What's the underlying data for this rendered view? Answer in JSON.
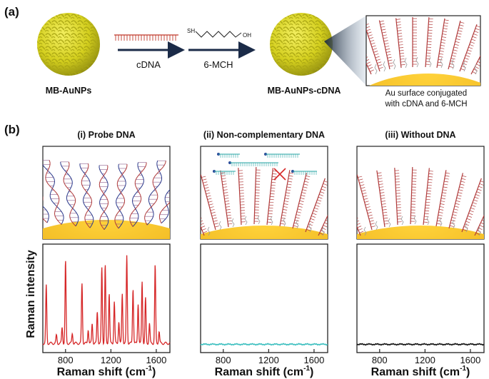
{
  "panel_a": {
    "label": "(a)",
    "np_label": "MB-AuNPs",
    "step1_label": "cDNA",
    "step2_label": "6-MCH",
    "reagent_sh": "SH",
    "reagent_oh": "OH",
    "np_cdna_label": "MB-AuNPs-cDNA",
    "inset_caption_line1": "Au surface conjugated",
    "inset_caption_line2": "with cDNA and 6-MCH"
  },
  "panel_b": {
    "label": "(b)",
    "titles": [
      "(i) Probe DNA",
      "(ii) Non-complementary DNA",
      "(iii) Without DNA"
    ],
    "ylabel": "Raman intensity",
    "xlabel_main": "Raman shift (cm",
    "xlabel_sup": "-1",
    "xlabel_end": ")",
    "colors": {
      "probe": "#d62728",
      "noncomp": "#3cbfbf",
      "without": "#111111",
      "gold": "#f2b619",
      "np": "#d8d321"
    }
  },
  "chart_data": [
    {
      "type": "line",
      "panel": "(i) Probe DNA",
      "xlabel": "Raman shift (cm-1)",
      "ylabel": "Raman intensity",
      "xlim": [
        600,
        1720
      ],
      "xticks": [
        800,
        1200,
        1600
      ],
      "peaks": [
        {
          "x": 630,
          "h": 0.58
        },
        {
          "x": 720,
          "h": 0.08
        },
        {
          "x": 770,
          "h": 0.16
        },
        {
          "x": 800,
          "h": 0.82
        },
        {
          "x": 860,
          "h": 0.1
        },
        {
          "x": 945,
          "h": 0.6
        },
        {
          "x": 1000,
          "h": 0.14
        },
        {
          "x": 1035,
          "h": 0.2
        },
        {
          "x": 1080,
          "h": 0.32
        },
        {
          "x": 1120,
          "h": 0.76
        },
        {
          "x": 1150,
          "h": 0.78
        },
        {
          "x": 1185,
          "h": 0.5
        },
        {
          "x": 1230,
          "h": 0.42
        },
        {
          "x": 1270,
          "h": 0.22
        },
        {
          "x": 1300,
          "h": 0.5
        },
        {
          "x": 1340,
          "h": 0.88
        },
        {
          "x": 1395,
          "h": 0.55
        },
        {
          "x": 1440,
          "h": 0.4
        },
        {
          "x": 1475,
          "h": 0.62
        },
        {
          "x": 1505,
          "h": 0.45
        },
        {
          "x": 1540,
          "h": 0.2
        },
        {
          "x": 1590,
          "h": 0.78
        },
        {
          "x": 1625,
          "h": 0.12
        }
      ]
    },
    {
      "type": "line",
      "panel": "(ii) Non-complementary DNA",
      "xlabel": "Raman shift (cm-1)",
      "xlim": [
        600,
        1720
      ],
      "xticks": [
        800,
        1200,
        1600
      ],
      "baseline_level": 0.04
    },
    {
      "type": "line",
      "panel": "(iii) Without DNA",
      "xlabel": "Raman shift (cm-1)",
      "xlim": [
        600,
        1720
      ],
      "xticks": [
        800,
        1200,
        1600
      ],
      "baseline_level": 0.04
    }
  ]
}
